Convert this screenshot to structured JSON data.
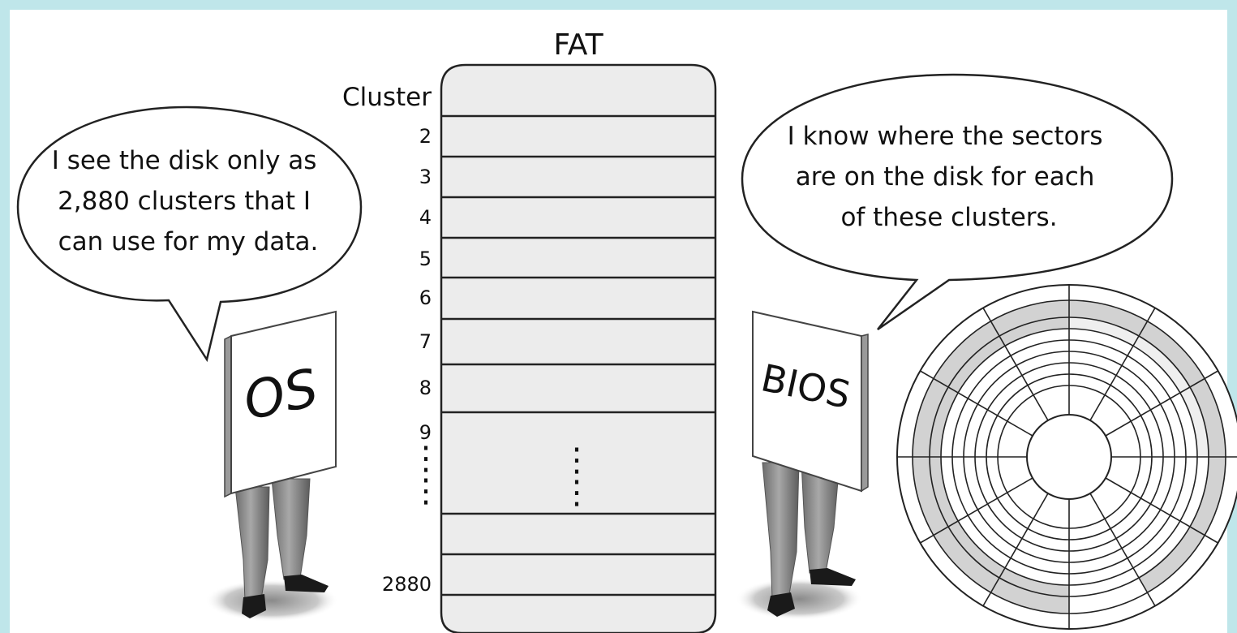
{
  "fat": {
    "title": "FAT",
    "column_label": "Cluster",
    "rows": [
      "2",
      "3",
      "4",
      "5",
      "6",
      "7",
      "8",
      "9",
      "",
      "2880"
    ],
    "left_ellipsis": "⋮",
    "center_ellipsis": "⋮"
  },
  "os": {
    "sign_label": "OS",
    "speech_lines": [
      "I see the disk only as",
      "2,880 clusters that I",
      "can use for my data."
    ]
  },
  "bios": {
    "sign_label": "BIOS",
    "speech_lines": [
      "I know where the sectors",
      "are on the disk for each",
      "of these clusters."
    ]
  },
  "colors": {
    "background": "#bfe6ea",
    "panel": "#ffffff",
    "fat_fill": "#ececec",
    "disk_shaded": "#d2d2d2",
    "stroke": "#222222"
  }
}
